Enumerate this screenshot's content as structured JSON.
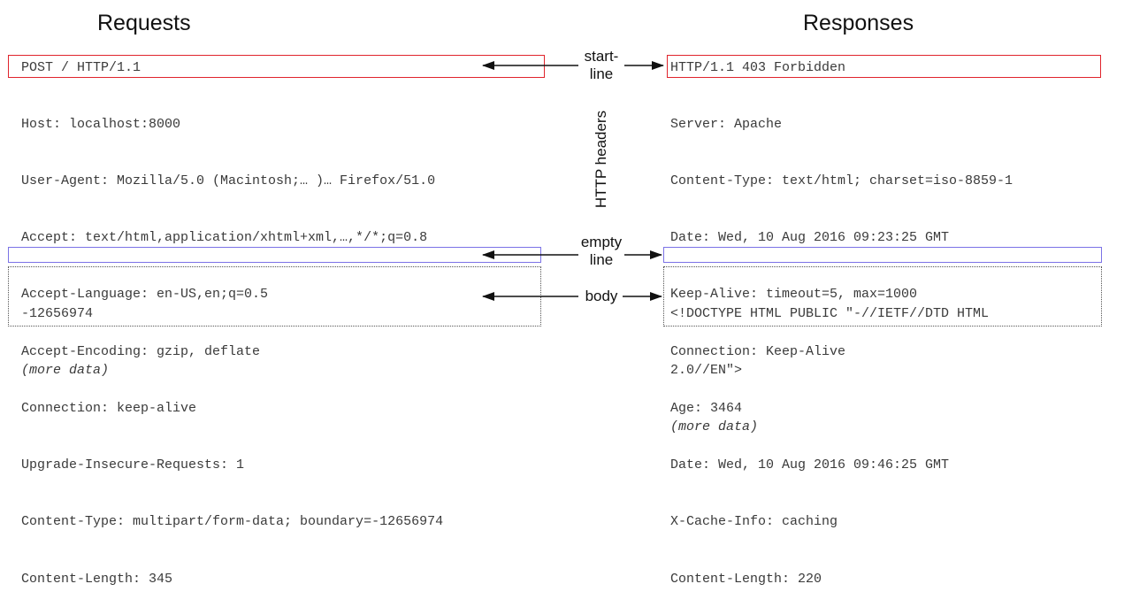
{
  "requests": {
    "heading": "Requests",
    "start_line": "POST / HTTP/1.1",
    "headers": [
      "Host: localhost:8000",
      "User-Agent: Mozilla/5.0 (Macintosh;… )… Firefox/51.0",
      "Accept: text/html,application/xhtml+xml,…,*/*;q=0.8",
      "Accept-Language: en-US,en;q=0.5",
      "Accept-Encoding: gzip, deflate",
      "Connection: keep-alive",
      "Upgrade-Insecure-Requests: 1",
      "Content-Type: multipart/form-data; boundary=-12656974",
      "Content-Length: 345"
    ],
    "body": [
      "-12656974"
    ],
    "body_more": "(more data)"
  },
  "responses": {
    "heading": "Responses",
    "start_line": "HTTP/1.1 403 Forbidden",
    "headers": [
      "Server: Apache",
      "Content-Type: text/html; charset=iso-8859-1",
      "Date: Wed, 10 Aug 2016 09:23:25 GMT",
      "Keep-Alive: timeout=5, max=1000",
      "Connection: Keep-Alive",
      "Age: 3464",
      "Date: Wed, 10 Aug 2016 09:46:25 GMT",
      "X-Cache-Info: caching",
      "Content-Length: 220"
    ],
    "body": [
      "<!DOCTYPE HTML PUBLIC \"-//IETF//DTD HTML",
      "2.0//EN\">"
    ],
    "body_more": "(more data)"
  },
  "labels": {
    "start_line": [
      "start-",
      "line"
    ],
    "http_headers": "HTTP headers",
    "empty_line": [
      "empty",
      "line"
    ],
    "body": "body"
  },
  "colors": {
    "start_line_box": "#e0242c",
    "empty_line_box": "#7b72e6"
  }
}
